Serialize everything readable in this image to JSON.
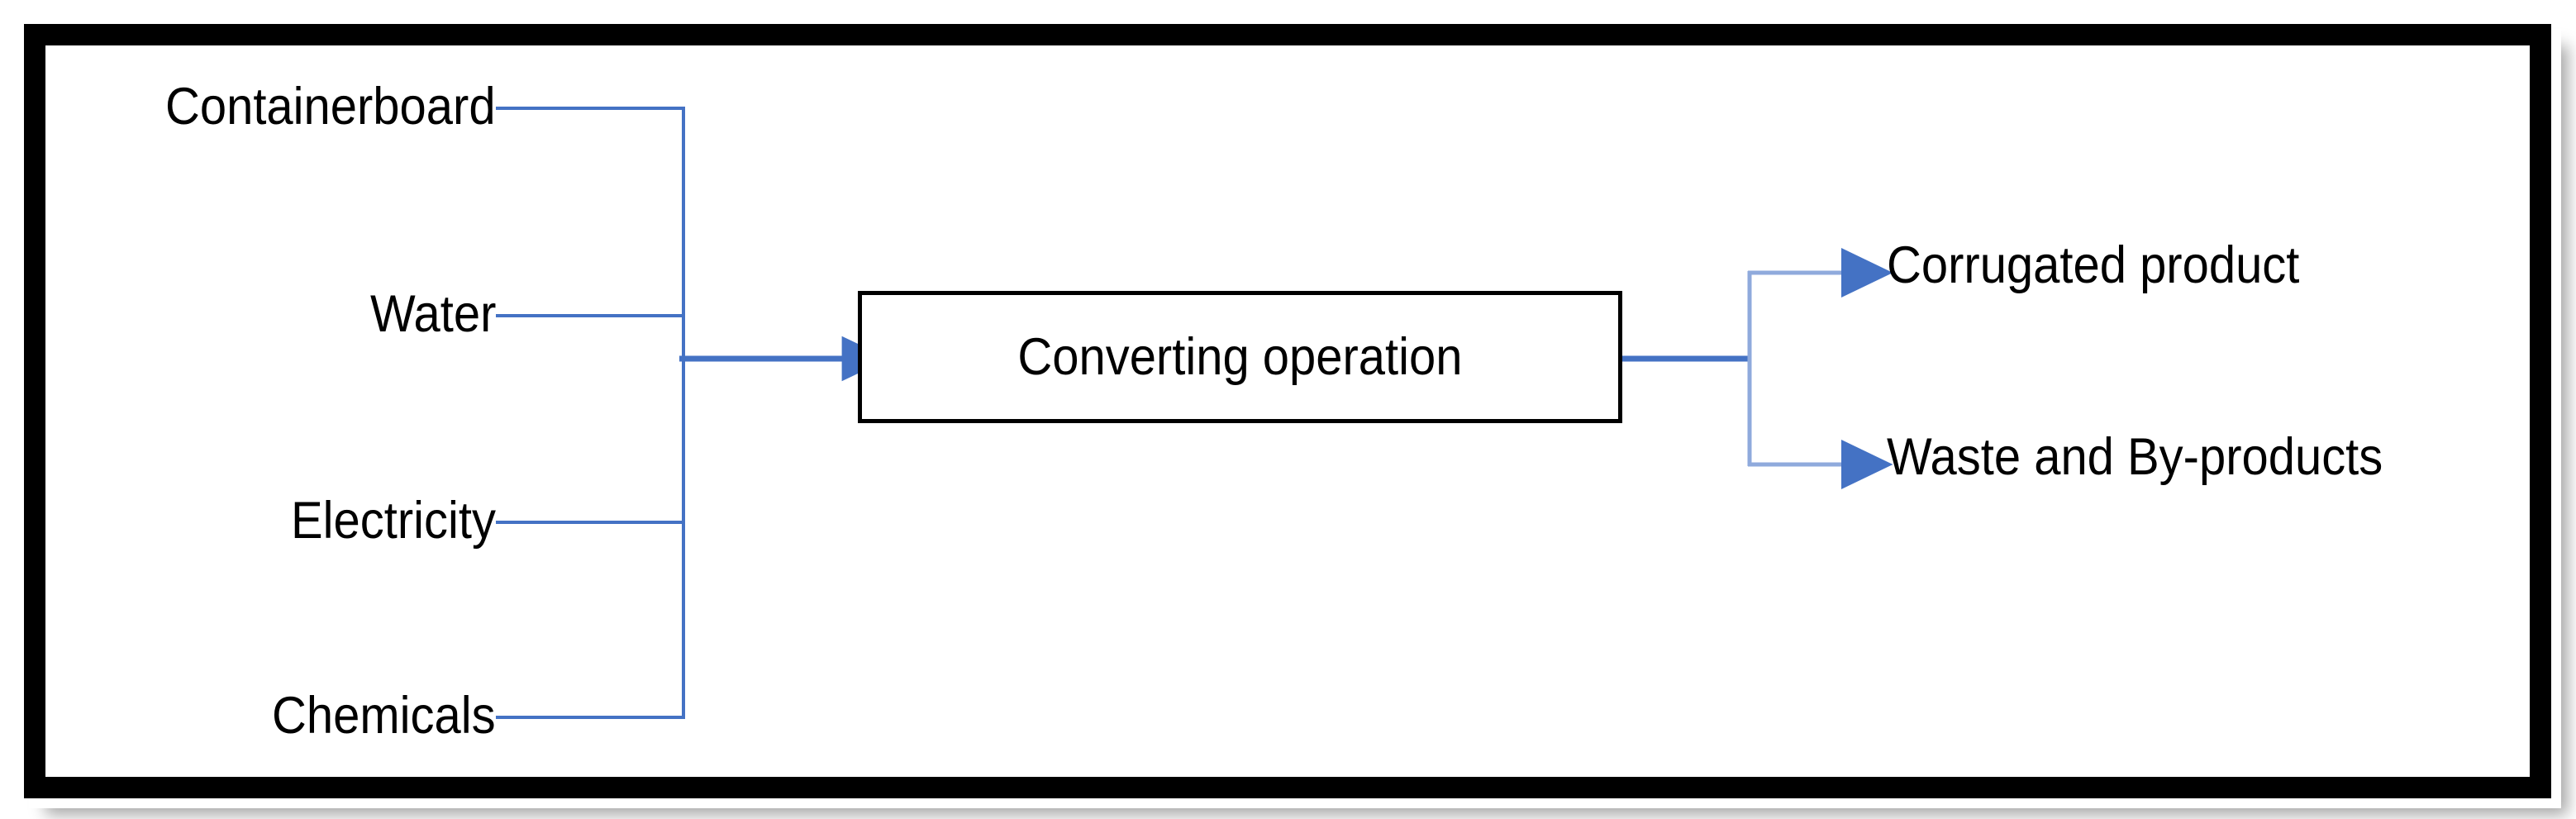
{
  "diagram": {
    "title": "Converting operation process flow",
    "type": "process-flow",
    "colors": {
      "connector_blue": "#4472C4",
      "connector_blue_light": "#8FAADC",
      "box_border": "#000000",
      "frame": "#000000",
      "background": "#FFFFFF",
      "text": "#000000"
    },
    "process": {
      "label": "Converting operation"
    },
    "inputs": [
      {
        "id": "containerboard",
        "label": "Containerboard"
      },
      {
        "id": "water",
        "label": "Water"
      },
      {
        "id": "electricity",
        "label": "Electricity"
      },
      {
        "id": "chemicals",
        "label": "Chemicals"
      }
    ],
    "outputs": [
      {
        "id": "corrugated-product",
        "label": "Corrugated product"
      },
      {
        "id": "waste-byproducts",
        "label": "Waste and By-products"
      }
    ],
    "connectors": {
      "input_bus_label": "input-collector-bus",
      "output_bus_label": "output-splitter-bus",
      "main_input_arrow_label": "main-input-arrow",
      "main_output_line_label": "main-output-line"
    }
  }
}
